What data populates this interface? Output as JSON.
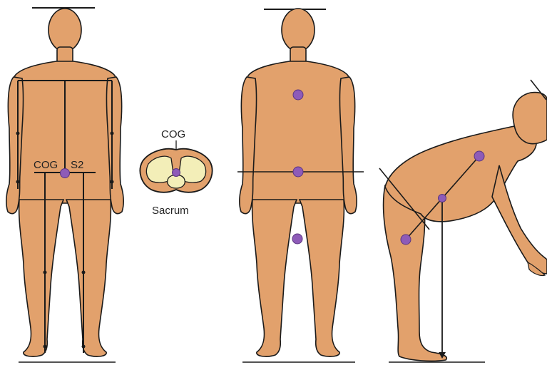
{
  "labels": {
    "cog_front": "COG",
    "s2": "S2",
    "cog_sacrum": "COG",
    "sacrum": "Sacrum"
  },
  "colors": {
    "skin": "#E2A16C",
    "outline": "#1a1a1a",
    "marker": "#8E5BB8",
    "bone": "#F3EEB8",
    "background": "#FFFFFF"
  },
  "figures": [
    {
      "name": "front-view-figure",
      "pose": "standing"
    },
    {
      "name": "sacrum-cross-section",
      "pose": "cross-section"
    },
    {
      "name": "front-view-segment-cog-figure",
      "pose": "standing"
    },
    {
      "name": "side-view-bending-figure",
      "pose": "bending forward"
    }
  ]
}
